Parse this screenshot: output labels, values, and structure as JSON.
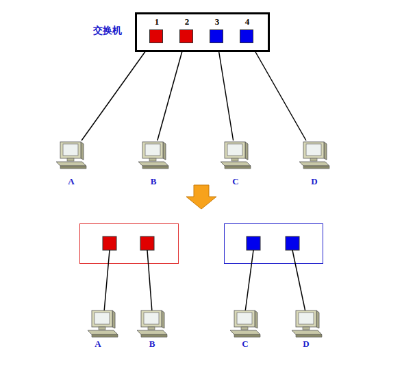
{
  "diagram": {
    "nodes": [
      {
        "text": [
          "交换机"
        ]
      },
      {
        "text": [
          "1"
        ],
        "in": 0
      },
      {
        "text": [
          "2"
        ],
        "in": 0
      },
      {
        "text": [
          "3"
        ],
        "in": 0
      },
      {
        "text": [
          "4"
        ],
        "in": 0
      },
      {
        "text": [
          "A"
        ]
      },
      {
        "text": [
          "B"
        ]
      },
      {
        "text": [
          "C"
        ]
      },
      {
        "text": [
          "D"
        ]
      }
    ],
    "edges": [
      {
        "from": 1,
        "to": 5,
        "arrow": "none"
      },
      {
        "from": 2,
        "to": 6,
        "arrow": "none"
      },
      {
        "from": 3,
        "to": 7,
        "arrow": "none"
      },
      {
        "from": 4,
        "to": 8,
        "arrow": "none"
      }
    ],
    "labels": [
      "A",
      "B",
      "C",
      "D"
    ]
  }
}
